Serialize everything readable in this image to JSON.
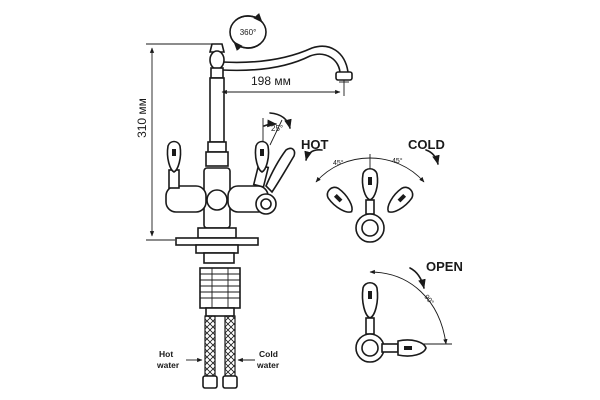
{
  "rotation": {
    "label": "360°"
  },
  "dimensions": {
    "height": "310 мм",
    "reach": "198 мм"
  },
  "handle_angle": {
    "label": "25°"
  },
  "temperature": {
    "hot": "HOT",
    "cold": "COLD",
    "hot_angle": "45°",
    "cold_angle": "45°"
  },
  "open": {
    "title": "OPEN",
    "angle": "90°"
  },
  "supply": {
    "hot_line1": "Hot",
    "hot_line2": "water",
    "cold_line1": "Cold",
    "cold_line2": "water"
  },
  "colors": {
    "ink": "#1a1a1a",
    "background": "#ffffff"
  }
}
